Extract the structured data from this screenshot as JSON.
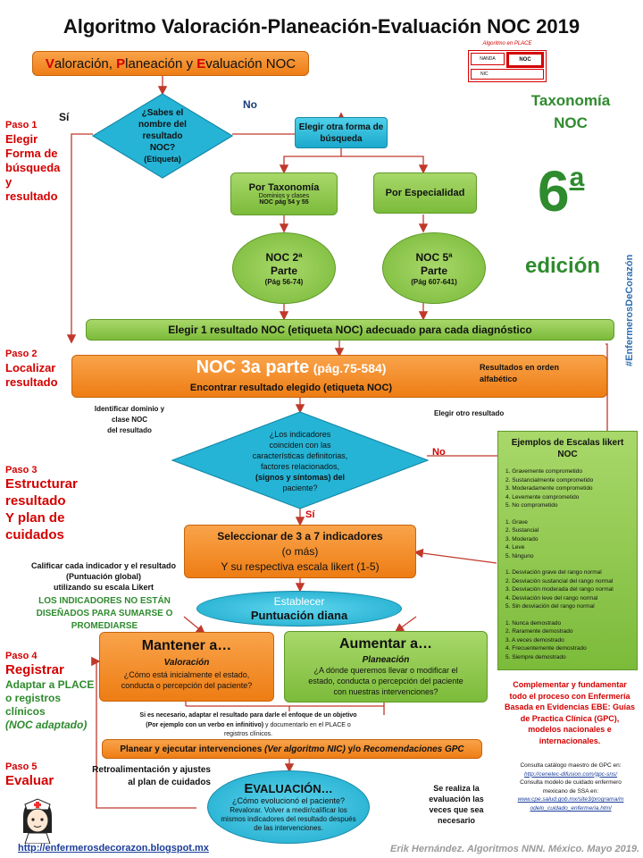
{
  "title": "Algoritmo Valoración-Planeación-Evaluación NOC 2019",
  "header_box": {
    "v": "V",
    "v_rest": "aloración, ",
    "p": "P",
    "p_rest": "laneación y ",
    "e": "E",
    "e_rest": "valuación NOC"
  },
  "place_legend": {
    "caption": "Algoritmo en PLACE",
    "nanda": "NANDA",
    "noc": "NOC",
    "nic": "NIC"
  },
  "taxonomia": {
    "line1": "Taxonomía",
    "line2": "NOC",
    "number": "6",
    "sup": "a",
    "edicion": "edición"
  },
  "watermark": "#EnfermerosDeCorazón",
  "steps": {
    "paso1": {
      "num": "Paso 1",
      "l1": "Elegir",
      "l2": "Forma de",
      "l3": "búsqueda",
      "l4": "y",
      "l5": "resultado"
    },
    "paso2": {
      "num": "Paso 2",
      "l1": "Localizar",
      "l2": "resultado"
    },
    "paso3": {
      "num": "Paso 3",
      "l1": "Estructurar",
      "l2": "resultado",
      "l3": "Y plan de",
      "l4": "cuidados"
    },
    "paso4": {
      "num": "Paso 4",
      "l1": "Registrar",
      "l2": "Adaptar a PLACE",
      "l3": "o registros",
      "l4": "clínicos",
      "l5": "(NOC adaptado)"
    },
    "paso5": {
      "num": "Paso 5",
      "l1": "Evaluar"
    }
  },
  "diamond1": {
    "l1": "¿Sabes el",
    "l2": "nombre del",
    "l3": "resultado",
    "l4": "NOC?",
    "l5": "(Etiqueta)"
  },
  "yes_label": "Sí",
  "no_label": "No",
  "elegir_otra": {
    "l1": "Elegir otra forma de",
    "l2": "búsqueda"
  },
  "por_taxonomia": {
    "title": "Por Taxonomía",
    "sub1": "Dominios y clases",
    "sub2": "NOC pág 54 y 55"
  },
  "por_especialidad": "Por Especialidad",
  "noc2": {
    "l1": "NOC 2ª",
    "l2": "Parte",
    "l3": "(Pág 56-74)"
  },
  "noc5": {
    "l1": "NOC 5ª",
    "l2": "Parte",
    "l3": "(Pág 607-641)"
  },
  "elegir_1": "Elegir 1 resultado NOC (etiqueta NOC) adecuado para cada diagnóstico",
  "noc3": {
    "title": "NOC 3a parte",
    "pages": "(pág.75-584)",
    "sub": "Encontrar resultado elegido (etiqueta NOC)"
  },
  "resultados_orden": {
    "l1": "Resultados en orden",
    "l2": "alfabético"
  },
  "identificar": {
    "l1": "Identificar dominio y",
    "l2": "clase NOC",
    "l3": "del resultado"
  },
  "elegir_otro": "Elegir otro resultado",
  "diamond2": {
    "l1": "¿Los indicadores",
    "l2": "coinciden con las",
    "l3": "características definitorias,",
    "l4": "factores relacionados,",
    "l5": "(signos y síntomas) del",
    "l6": "paciente?"
  },
  "seleccionar": {
    "l1": "Seleccionar de 3 a 7 indicadores",
    "l2": "(o más)",
    "l3": "Y su respectiva escala likert (1-5)"
  },
  "calificar": {
    "l1": "Calificar cada indicador y el resultado",
    "l2": "(Puntuación global)",
    "l3": "utilizando su escala  Likert"
  },
  "no_sumarse": {
    "l1": "LOS INDICADORES NO ESTÁN",
    "l2": "DISEÑADOS PARA SUMARSE O",
    "l3": "PROMEDIARSE"
  },
  "establecer": {
    "l1": "Establecer",
    "l2": "Puntuación diana"
  },
  "mantener": {
    "title": "Mantener a…",
    "sub": "Valoración",
    "q1": "¿Cómo está inicialmente el estado,",
    "q2": "conducta o percepción del paciente?"
  },
  "aumentar": {
    "title": "Aumentar a…",
    "sub": "Planeación",
    "q1": "¿A dónde queremos llevar o modificar el",
    "q2": "estado, conducta o percepción del paciente",
    "q3": "con nuestras intervenciones?"
  },
  "likert": {
    "title": "Ejemplos de Escalas likert NOC",
    "g1": [
      "1. Gravemente comprometido",
      "2. Sustancialmente comprometido",
      "3. Moderadamente comprometido",
      "4. Levemente comprometido",
      "5. No comprometido"
    ],
    "g2": [
      "1. Grave",
      "2. Sustancial",
      "3. Moderado",
      "4. Leve",
      "5. Ninguno"
    ],
    "g3": [
      "1. Desviación grave del rango normal",
      "2. Desviación sustancial del rango normal",
      "3. Desviación moderada del rango normal",
      "4. Desviación leve del rango normal",
      "5. Sin desviación del rango normal"
    ],
    "g4": [
      "1. Nunca demostrado",
      "2. Raramente demostrado",
      "3. A veces demostrado",
      "4. Frecuentemente demostrado",
      "5. Siempre demostrado"
    ]
  },
  "complementar": {
    "l1": "Complementar y fundamentar",
    "l2": "todo el proceso con Enfermería",
    "l3": "Basada en Evidencias EBE: Guías",
    "l4": "de Practica Clínica (GPC),",
    "l5": "modelos nacionales e",
    "l6": "internacionales."
  },
  "adaptar_note": {
    "l1": "Si es necesario, adaptar  el resultado para darle el enfoque de un objetivo",
    "l2": "(Por ejemplo con un verbo en infinitivo)",
    "l3": "y documentarlo  en el PLACE o",
    "l4": "registros clínicos."
  },
  "planear": {
    "a": "Planear y ejecutar intervenciones ",
    "b": "(Ver algoritmo NIC)",
    "c": " y/o ",
    "d": "Recomendaciones  GPC"
  },
  "retro": {
    "l1": "Retroalimentación  y ajustes",
    "l2": "al plan de cuidados"
  },
  "evaluacion": {
    "title_e": "E",
    "title_rest": "VALUACIÓN…",
    "l1": "¿Cómo evolucionó el paciente?",
    "l2": "Revalorar. Volver a medir/calificar los",
    "l3": "mismos indicadores del resultado después",
    "l4": "de las intervenciones."
  },
  "se_realiza": {
    "l1": "Se realiza la",
    "l2": "evaluación las",
    "l3": "veces que sea",
    "l4": "necesario"
  },
  "consulta": {
    "l1": "Consulta  catálogo maestro de GPC en:",
    "url1": "http://cenetec-difusion.com/gpc-sns/",
    "l2": "Consulta  modelo de cuidado  enfermero",
    "l3": "mexicano de SSA en:",
    "url2a": "www.cpe.salud.gob.mx/site3/programa/m",
    "url2b": "odelo_cuidado_enfermeria.html"
  },
  "blog_url": "http://enfermerosdecorazon.blogspot.mx",
  "author": "Erik Hernández. Algoritmos NNN. México. Mayo  2019.",
  "colors": {
    "orange": "#ee7d14",
    "green": "#7cbb3a",
    "blue": "#1ba9cc",
    "red": "#d40000",
    "darkgreen": "#2e8b2e"
  }
}
